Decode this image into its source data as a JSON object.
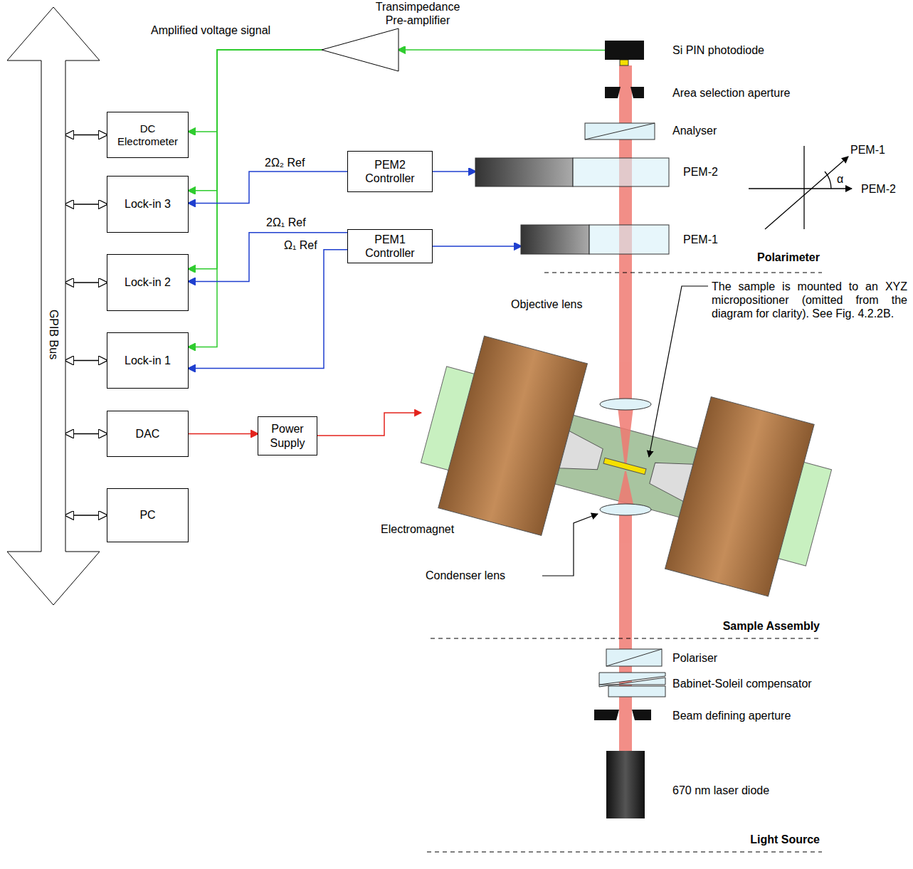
{
  "diagram": {
    "nodes": [
      {
        "text": [
          "GPIB Bus"
        ]
      },
      {
        "text": [
          "DC Electrometer"
        ]
      },
      {
        "text": [
          "Lock-in 3"
        ]
      },
      {
        "text": [
          "Lock-in 2"
        ]
      },
      {
        "text": [
          "Lock-in 1"
        ]
      },
      {
        "text": [
          "DAC"
        ]
      },
      {
        "text": [
          "PC"
        ]
      },
      {
        "text": [
          "Transimpedance Pre-amplifier"
        ]
      },
      {
        "text": [
          "PEM2 Controller"
        ]
      },
      {
        "text": [
          "PEM1 Controller"
        ]
      },
      {
        "text": [
          "Power Supply"
        ]
      },
      {
        "text": [
          "Si PIN photodiode"
        ]
      },
      {
        "text": [
          "PEM-2"
        ]
      },
      {
        "text": [
          "PEM-1"
        ]
      }
    ],
    "edges": [
      {
        "from": 0,
        "to": 1,
        "arrow": "both"
      },
      {
        "from": 0,
        "to": 2,
        "arrow": "both"
      },
      {
        "from": 0,
        "to": 3,
        "arrow": "both"
      },
      {
        "from": 0,
        "to": 4,
        "arrow": "both"
      },
      {
        "from": 0,
        "to": 5,
        "arrow": "both"
      },
      {
        "from": 0,
        "to": 6,
        "arrow": "both"
      },
      {
        "from": 11,
        "to": 7,
        "arrow": "to"
      },
      {
        "from": 7,
        "to": 1,
        "arrow": "to",
        "label": "Amplified voltage signal"
      },
      {
        "from": 7,
        "to": 2,
        "arrow": "to"
      },
      {
        "from": 7,
        "to": 3,
        "arrow": "to"
      },
      {
        "from": 7,
        "to": 4,
        "arrow": "to"
      },
      {
        "from": 8,
        "to": 2,
        "arrow": "to",
        "label": "2Ω₂ Ref"
      },
      {
        "from": 8,
        "to": 12,
        "arrow": "to"
      },
      {
        "from": 9,
        "to": 3,
        "arrow": "to",
        "label": "2Ω₁ Ref"
      },
      {
        "from": 9,
        "to": 4,
        "arrow": "to",
        "label": "Ω₁ Ref"
      },
      {
        "from": 9,
        "to": 13,
        "arrow": "to"
      },
      {
        "from": 5,
        "to": 10,
        "arrow": "to"
      }
    ],
    "labels": [
      "Area selection aperture",
      "Analyser",
      "PEM-1",
      "α",
      "PEM-2",
      "Polarimeter",
      "Objective lens",
      "The sample is mounted to an XYZ micropositioner (omitted from the diagram for clarity). See Fig. 4.2.2B.",
      "Electromagnet",
      "Condenser lens",
      "Sample Assembly",
      "Polariser",
      "Babinet-Soleil compensator",
      "Beam defining aperture",
      "670 nm laser diode",
      "Light Source"
    ]
  }
}
